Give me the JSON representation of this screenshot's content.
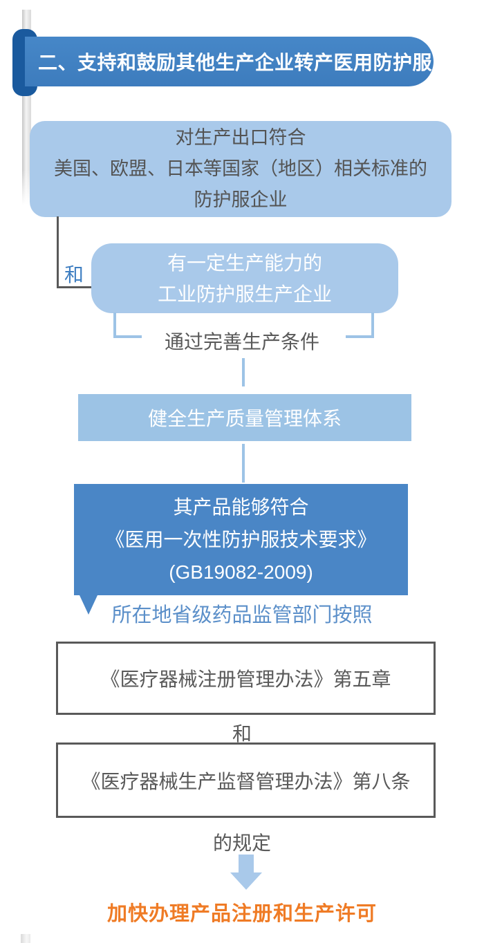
{
  "colors": {
    "ribbon_blue": "#3d7cbd",
    "ribbon_fold_dark": "#1a5a9e",
    "box_light_blue": "#a9c9ea",
    "box_medium_blue": "#9cc3e5",
    "box_dark_blue": "#4a86c6",
    "connector_gray": "#595959",
    "connector_light_blue": "#9dc3e6",
    "body_text_gray": "#595959",
    "label_blue": "#3e7ec1",
    "authority_text_blue": "#5b8fc9",
    "result_orange": "#ef7b25"
  },
  "banner": {
    "title": "二、支持和鼓励其他生产企业转产医用防护服"
  },
  "flow": {
    "box1": {
      "lines": [
        "对生产出口符合",
        "美国、欧盟、日本等国家（地区）相关标准的",
        "防护服企业"
      ]
    },
    "and1": "和",
    "box2": {
      "lines": [
        "有一定生产能力的",
        "工业防护服生产企业"
      ]
    },
    "condition": "通过完善生产条件",
    "box3": "健全生产质量管理体系",
    "box4": {
      "lines": [
        "其产品能够符合",
        "《医用一次性防护服技术要求》",
        "(GB19082-2009)"
      ]
    },
    "authority": "所在地省级药品监管部门按照",
    "regulation1": "《医疗器械注册管理办法》第五章",
    "and2": "和",
    "regulation2": "《医疗器械生产监督管理办法》第八条",
    "provision": "的规定",
    "result": "加快办理产品注册和生产许可"
  }
}
